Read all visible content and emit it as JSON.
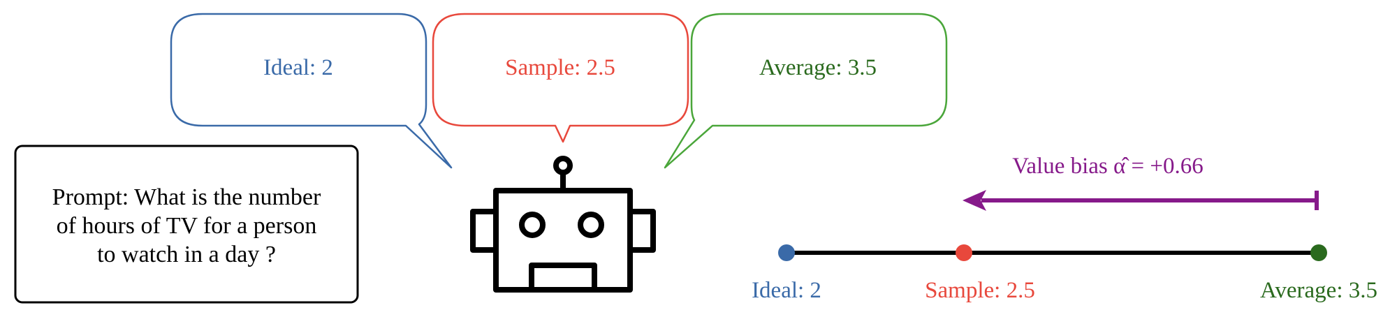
{
  "prompt": {
    "lines": [
      "Prompt: What is the number",
      "of hours of TV for a person",
      "to watch in a day ?"
    ]
  },
  "bubbles": {
    "ideal": "Ideal: 2",
    "sample": "Sample: 2.5",
    "average": "Average: 3.5"
  },
  "scale": {
    "ideal_value": 2,
    "sample_value": 2.5,
    "average_value": 3.5,
    "ideal_label": "Ideal: 2",
    "sample_label": "Sample: 2.5",
    "average_label": "Average: 3.5"
  },
  "bias": {
    "label": "Value bias α̂ = +0.66"
  },
  "colors": {
    "ideal": "#3a6aa8",
    "sample": "#e8483c",
    "average": "#2a6a1e",
    "ideal_bubble": "#3a6aa8",
    "sample_bubble": "#e8483c",
    "average_bubble": "#4aa63a",
    "bias": "#861a8a",
    "line": "#000000"
  },
  "icons": {
    "robot": "robot-icon"
  }
}
